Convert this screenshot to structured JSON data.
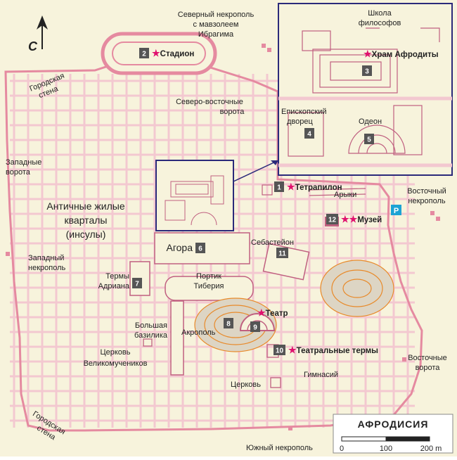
{
  "title": "АФРОДИСИЯ",
  "north_label": "С",
  "scale": {
    "ticks": [
      "0",
      "100",
      "200 m"
    ]
  },
  "colors": {
    "background": "#f7f3dc",
    "street": "#f3c8d0",
    "wall": "#e58aa0",
    "contour": "#e88a2a",
    "number_bg": "#555555",
    "star": "#e0116e",
    "frame": "#2b2a7a",
    "parking": "#1ca3d4"
  },
  "labels": {
    "north_necropolis": [
      "Северный некрополь",
      "с мавзолеем",
      "Ибрагима"
    ],
    "city_wall_north": [
      "Городская",
      "стена"
    ],
    "city_wall_south": [
      "Городская",
      "стена"
    ],
    "ne_gate": [
      "Северо-восточные",
      "ворота"
    ],
    "west_gate": [
      "Западные",
      "ворота"
    ],
    "west_necropolis": [
      "Западный",
      "некрополь"
    ],
    "residential": [
      "Античные жилые",
      "кварталы",
      "(инсулы)"
    ],
    "aqueducts": "Арыки",
    "east_necropolis": [
      "Восточный",
      "некрополь"
    ],
    "sebasteion": "Себастейон",
    "portico": [
      "Портик",
      "Тиберия"
    ],
    "baths_hadrian": [
      "Термы",
      "Адриана"
    ],
    "basilica": [
      "Большая",
      "базилика"
    ],
    "acropolis": "Акрополь",
    "church_martyrs": [
      "Церковь",
      "Великомучеников"
    ],
    "church": "Церковь",
    "gymnasium": "Гимнасий",
    "east_gate": [
      "Восточные",
      "ворота"
    ],
    "south_necropolis": "Южный некрополь",
    "philosophers": [
      "Школа",
      "философов"
    ],
    "bishop_palace": [
      "Епископский",
      "дворец"
    ],
    "odeon": "Одеон",
    "parking": "P"
  },
  "sites": [
    {
      "num": "1",
      "name": "Тетрапилон",
      "stars": "★"
    },
    {
      "num": "2",
      "name": "Стадион",
      "stars": "★"
    },
    {
      "num": "3",
      "name": "Храм Афродиты",
      "stars": "★"
    },
    {
      "num": "4",
      "name": "",
      "stars": ""
    },
    {
      "num": "5",
      "name": "",
      "stars": ""
    },
    {
      "num": "6",
      "name": "Агора",
      "stars": ""
    },
    {
      "num": "7",
      "name": "",
      "stars": ""
    },
    {
      "num": "8",
      "name": "",
      "stars": ""
    },
    {
      "num": "9",
      "name": "Театр",
      "stars": "★"
    },
    {
      "num": "10",
      "name": "Театральные термы",
      "stars": "★"
    },
    {
      "num": "11",
      "name": "",
      "stars": ""
    },
    {
      "num": "12",
      "name": "Музей",
      "stars": "★★"
    }
  ]
}
